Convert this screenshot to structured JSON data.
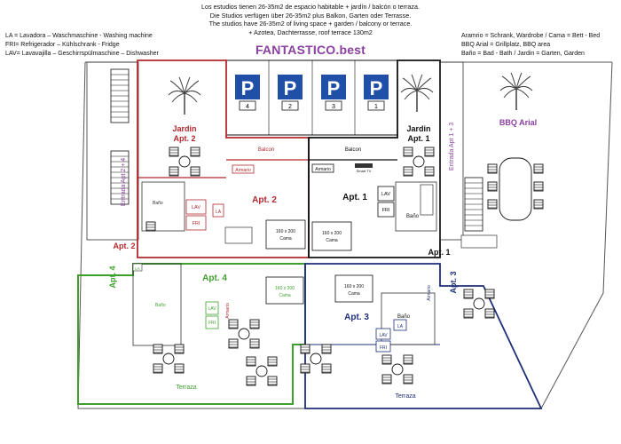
{
  "header": {
    "description_lines": [
      "Los estudios tienen 26-35m2 de espacio habitable + jardín / balcón o terraza.",
      "Die Studios verfügen über 26-35m2 plus Balkon, Garten oder Terrasse.",
      "The studios have 26-35m2 of living space + garden / balcony or terrace.",
      "+ Azotea, Dachterrasse, roof terrace 130m2"
    ],
    "brand": "FANTASTICO.best",
    "legend_left": [
      "LA = Lavadora – Waschmaschine - Washing machine",
      "FRI= Refrigerador – Kühlschrank - Fridge",
      "LAV= Lavavajilla – Geschirrspülmaschine – Dishwasher"
    ],
    "legend_right": [
      "Aramrio = Schrank, Wardrobe / Cama = Bett - Bed",
      "BBQ Arial = Grillplatz, BBQ area",
      "Baño = Bad -  Bath / Jardin = Garten, Garden"
    ]
  },
  "colors": {
    "apt1": "#111111",
    "apt2": "#b3282d",
    "apt3": "#1f2f7a",
    "apt4": "#3ea02c",
    "purple": "#8b3fa0",
    "parking_blue": "#1f4fa6"
  },
  "parking": [
    "4",
    "2",
    "3",
    "1"
  ],
  "labels": {
    "apt1": "Apt. 1",
    "apt2": "Apt. 2",
    "apt3": "Apt. 3",
    "apt4": "Apt. 4",
    "jardin": "Jardin",
    "balcon": "Balcon",
    "armario": "Armario",
    "bano": "Baño",
    "bed": "160 x 200",
    "cama": "Cama",
    "lav": "LAV",
    "fri": "FRI",
    "la": "LA",
    "smart_tv": "Smart TV",
    "terraza": "Terraza",
    "bbq": "BBQ Arial",
    "entrada_24": "Entrada Apt 2 + 4",
    "entrada_13": "Entrada Apt 1 + 3"
  }
}
